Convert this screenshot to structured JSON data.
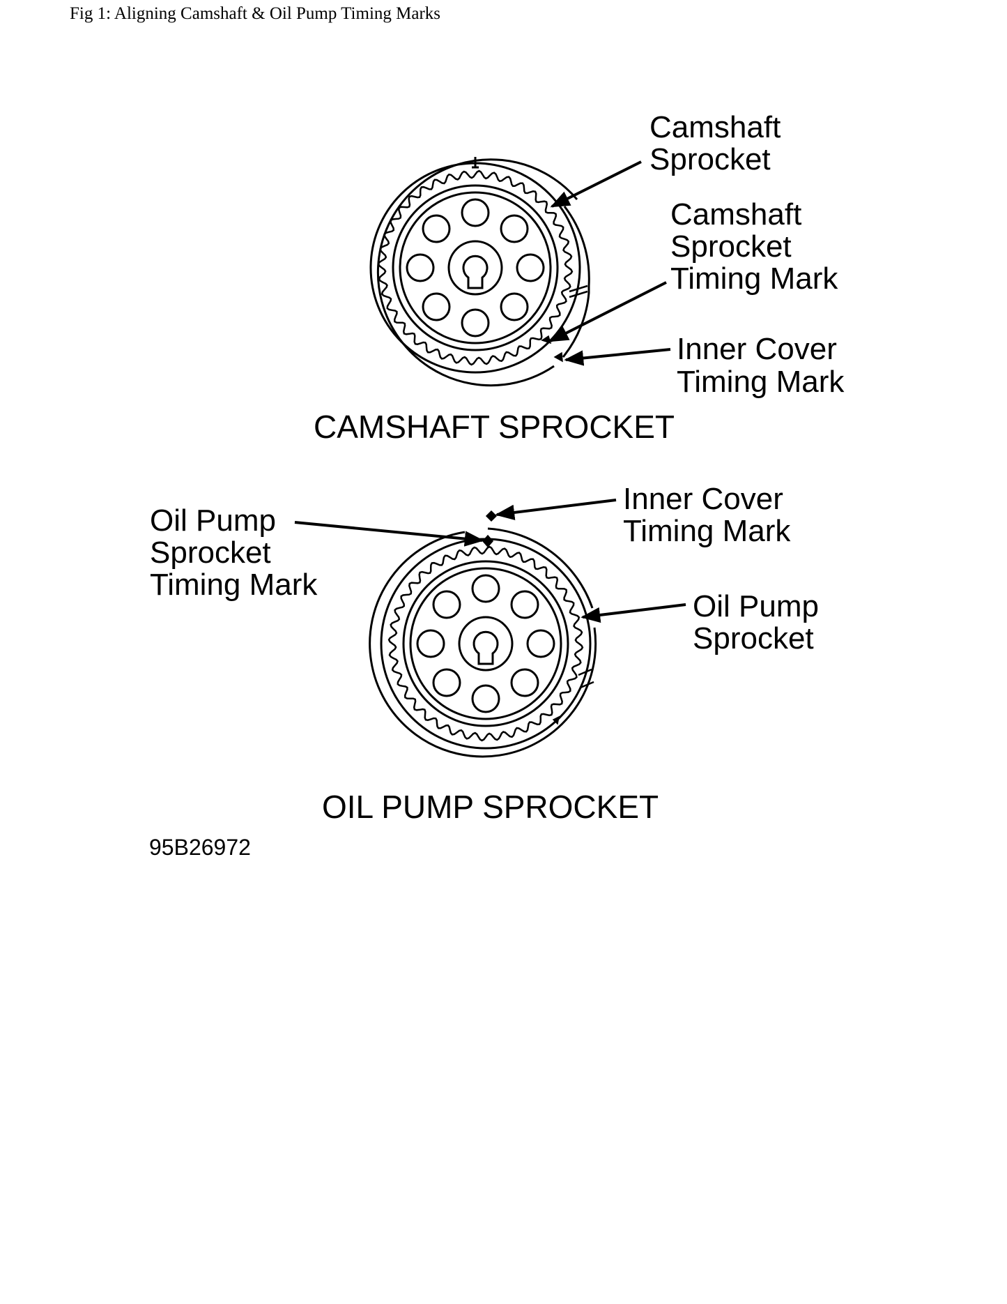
{
  "caption": "Fig 1: Aligning Camshaft & Oil Pump Timing Marks",
  "camshaft": {
    "title": "CAMSHAFT SPROCKET",
    "label_sprocket": [
      "Camshaft",
      "Sprocket"
    ],
    "label_sprocket_mark": [
      "Camshaft",
      "Sprocket",
      "Timing Mark"
    ],
    "label_cover_mark": [
      "Inner Cover",
      "Timing Mark"
    ]
  },
  "oil_pump": {
    "title": "OIL PUMP SPROCKET",
    "label_sprocket_mark": [
      "Oil Pump",
      "Sprocket",
      "Timing Mark"
    ],
    "label_cover_mark": [
      "Inner Cover",
      "Timing Mark"
    ],
    "label_sprocket": [
      "Oil Pump",
      "Sprocket"
    ]
  },
  "figure_code": "95B26972",
  "colors": {
    "ink": "#000000",
    "paper": "#ffffff"
  }
}
